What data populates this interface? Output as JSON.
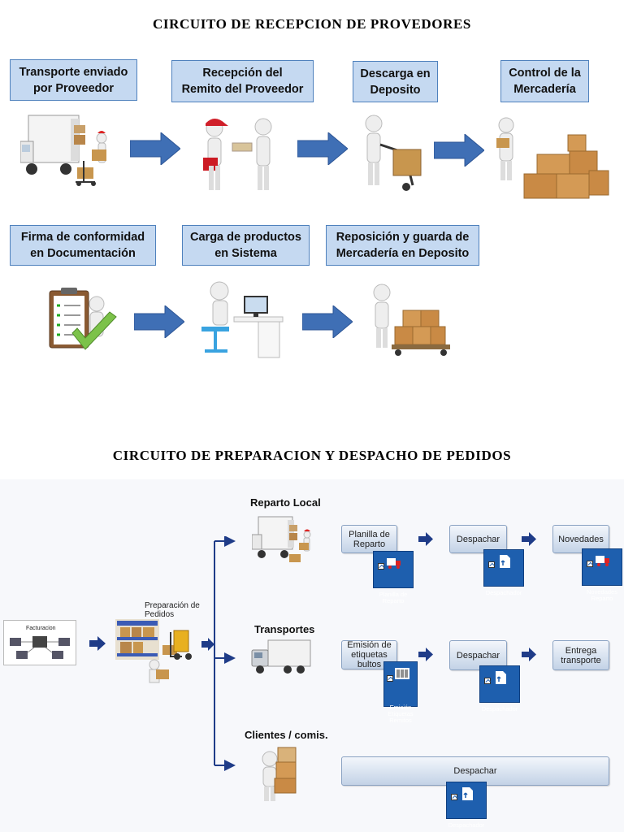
{
  "titles": {
    "reception": "CIRCUITO DE RECEPCION DE PROVEDORES",
    "dispatch": "CIRCUITO DE PREPARACION Y DESPACHO DE PEDIDOS"
  },
  "reception_steps": [
    {
      "label": "Transporte enviado\npor Proveedor",
      "icon": "delivery-truck-icon"
    },
    {
      "label": "Recepción del\nRemito del Proveedor",
      "icon": "handover-document-icon"
    },
    {
      "label": "Descarga en\nDeposito",
      "icon": "hand-truck-icon"
    },
    {
      "label": "Control de la\nMercadería",
      "icon": "boxes-control-icon"
    },
    {
      "label": "Firma de conformidad\nen  Documentación",
      "icon": "clipboard-check-icon"
    },
    {
      "label": "Carga de productos\nen  Sistema",
      "icon": "computer-desk-icon"
    },
    {
      "label": "Reposición y guarda de\nMercadería en Deposito",
      "icon": "pallet-cart-icon"
    }
  ],
  "dispatch": {
    "facturacion": "Facturacion",
    "preparacion": "Preparación de\nPedidos",
    "branches": {
      "local": {
        "title": "Reparto Local",
        "btn1": "Planilla de\nReparto",
        "icon1": "Planilla de\nReparto",
        "btn2": "Despachar",
        "icon2": "Despachador",
        "btn3": "Novedades",
        "icon3": "Novedades\nReparto"
      },
      "transportes": {
        "title": "Transportes",
        "btn1": "Emisión de\netiquetas\nbultos",
        "icon1": "Emisión\nEtiquetas\nRemitos",
        "btn2": "Despachar",
        "icon2": "Despachador",
        "btn3": "Entrega\ntransporte"
      },
      "clientes": {
        "title": "Clientes / comis.",
        "btn1": "Despachar",
        "icon1": "Despachador"
      }
    }
  },
  "colors": {
    "step_fill": "#c5d9f1",
    "step_border": "#4f81bd",
    "flow_arrow": "#3f6fb5",
    "small_arrow": "#1f3c88",
    "app_icon": "#1e5fae"
  }
}
